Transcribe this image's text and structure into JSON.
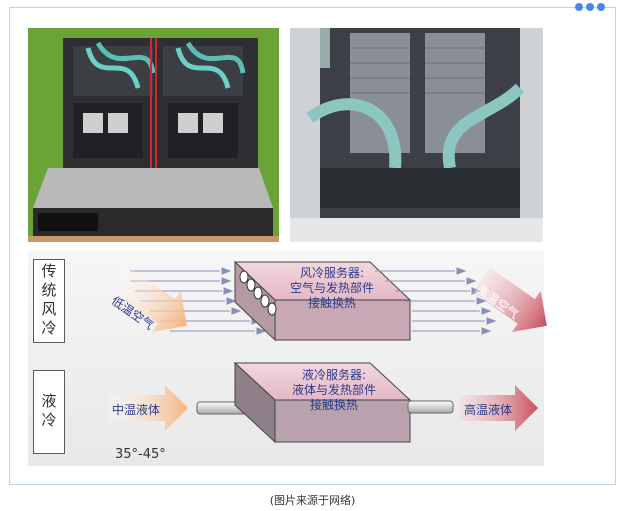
{
  "air_cooling": {
    "row_label": "传统风冷",
    "inlet_label": "低温空气",
    "server_label_lines": [
      "风冷服务器:",
      "空气与发热部件",
      "接触换热"
    ],
    "outlet_label": "高温空气"
  },
  "liquid_cooling": {
    "row_label": "液冷",
    "inlet_label": "中温液体",
    "server_label_lines": [
      "液冷服务器:",
      "液体与发热部件",
      "接触换热"
    ],
    "outlet_label": "高温液体",
    "temperature_range": "35°-45°"
  },
  "caption": "(图片来源于网络)",
  "colors": {
    "frame_border": "#b9d4ec",
    "dots": "#4a86e8",
    "cold_arrow": "#f5c08e",
    "hot_arrow": "#d9646f",
    "server_top": "#efc8d2",
    "server_side": "#9a8a95"
  }
}
